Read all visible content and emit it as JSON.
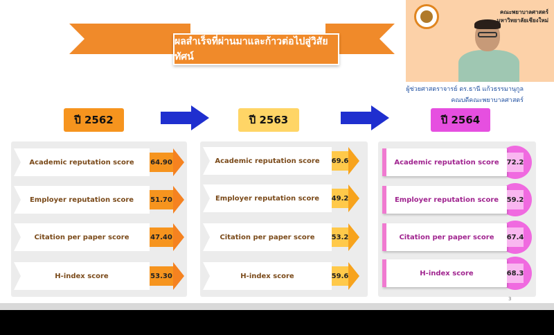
{
  "banner": {
    "title": "ผลสำเร็จที่ผ่านมาและก้าวต่อไปสู่วิสัยทัศน์"
  },
  "webcam": {
    "org_line1": "คณะพยาบาลศาสตร์",
    "org_line2": "มหาวิทยาลัยเชียงใหม่",
    "caption1": "ผู้ช่วยศาสตราจารย์ ดร.ธานี แก้วธรรมานุกูล",
    "caption2": "คณบดีคณะพยาบาลศาสตร์"
  },
  "years": [
    "ปี 2562",
    "ปี 2563",
    "ปี 2564"
  ],
  "panels": [
    {
      "rows": [
        {
          "label": "Academic reputation score",
          "value": "64.90"
        },
        {
          "label": "Employer reputation score",
          "value": "51.70"
        },
        {
          "label": "Citation per paper score",
          "value": "47.40"
        },
        {
          "label": "H-index score",
          "value": "53.30"
        }
      ]
    },
    {
      "rows": [
        {
          "label": "Academic reputation score",
          "value": "69.6"
        },
        {
          "label": "Employer reputation score",
          "value": "49.2"
        },
        {
          "label": "Citation per paper score",
          "value": "53.2"
        },
        {
          "label": "H-index score",
          "value": "59.6"
        }
      ]
    },
    {
      "rows": [
        {
          "label": "Academic reputation score",
          "value": "72.2"
        },
        {
          "label": "Employer reputation score",
          "value": "59.2"
        },
        {
          "label": "Citation per paper score",
          "value": "67.4"
        },
        {
          "label": "H-index score",
          "value": "68.3"
        }
      ]
    }
  ],
  "page_number": "3",
  "colors": {
    "accent_orange": "#f08a2a",
    "arrow_blue": "#1f2fcf",
    "year_2562": "#f6941e",
    "year_2563": "#ffd566",
    "year_2564": "#e64fe0"
  }
}
